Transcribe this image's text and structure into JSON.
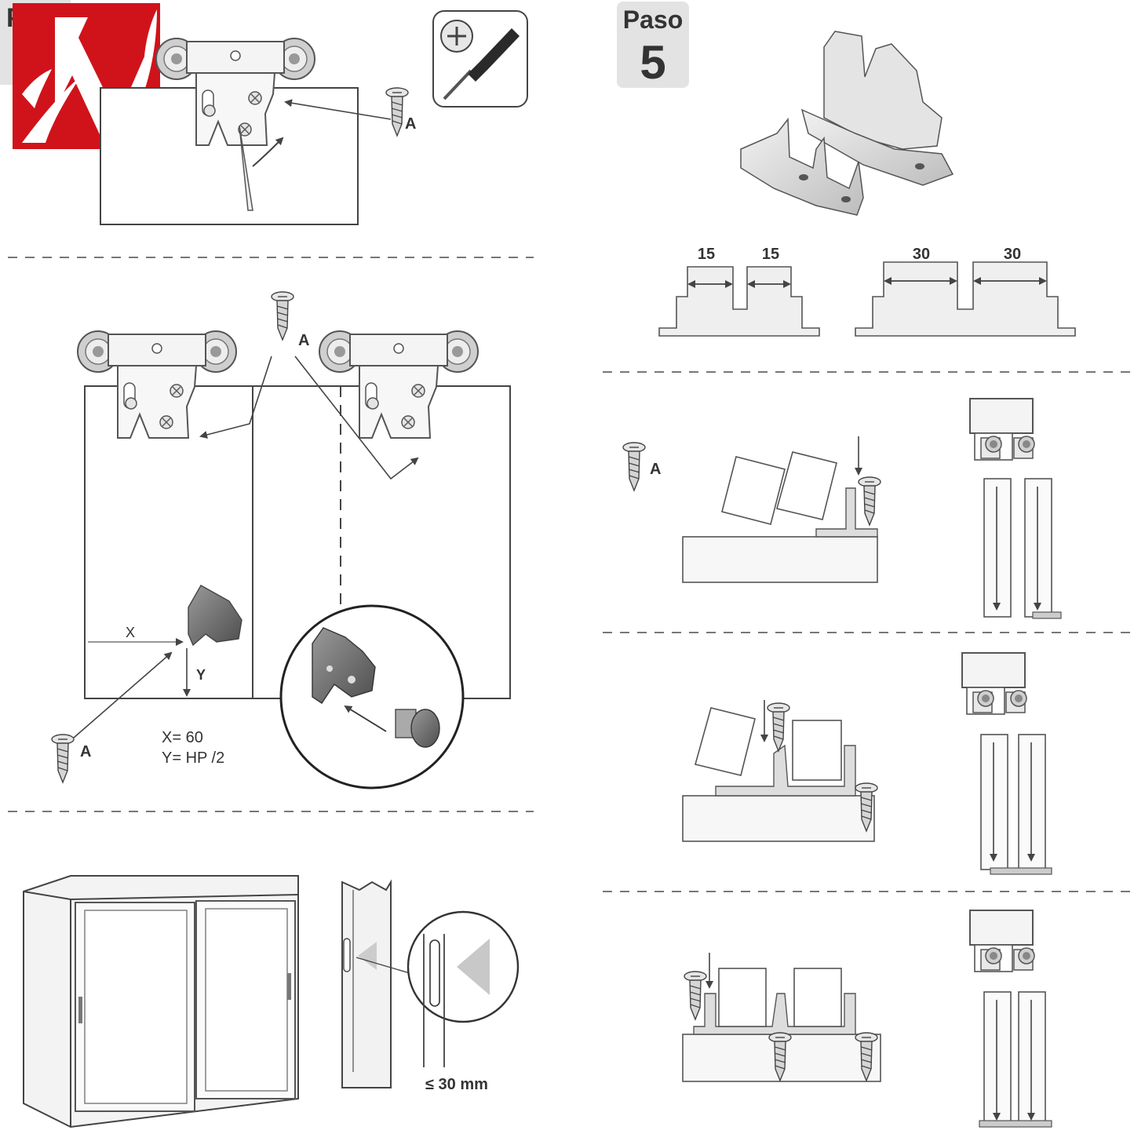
{
  "step_badge": {
    "word": "Paso",
    "number": "5"
  },
  "partial_badge": "P",
  "screw_label": "A",
  "dimensions": {
    "d15a": "15",
    "d15b": "15",
    "d30a": "30",
    "d30b": "30"
  },
  "axis": {
    "x": "X",
    "y": "Y"
  },
  "formulas": {
    "x": "X= 60",
    "y": "Y= HP /2"
  },
  "gap_limit": "≤ 30 mm",
  "colors": {
    "logo_red": "#d0131a",
    "badge_grey": "#e3e3e3",
    "line": "#444444"
  },
  "icons": [
    "screwdriver-icon",
    "phillips-head-icon",
    "screw-icon",
    "brand-logo"
  ]
}
